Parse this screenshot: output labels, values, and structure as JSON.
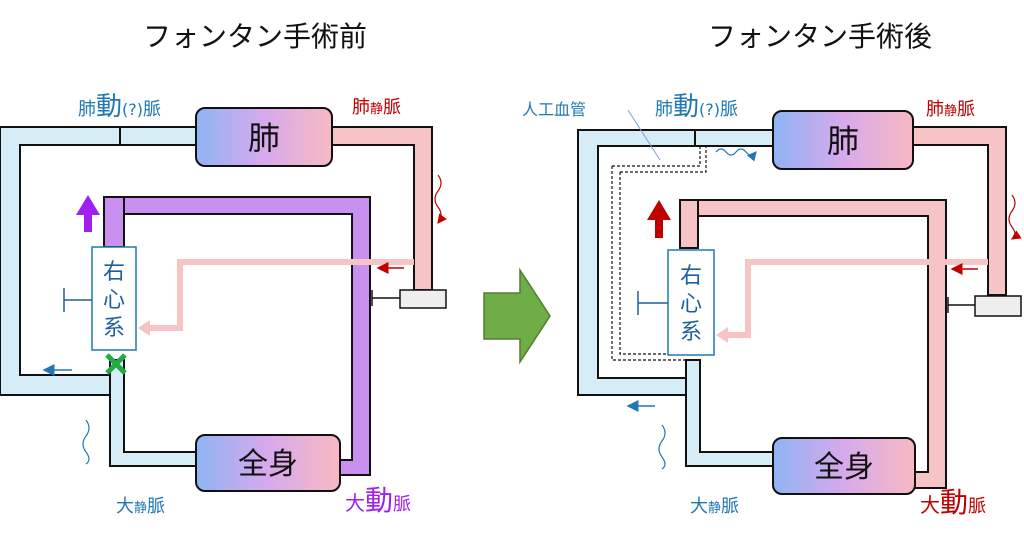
{
  "before": {
    "title": "フォンタン手術前",
    "lung": "肺",
    "body": "全身",
    "heart": [
      "右",
      "心",
      "系"
    ],
    "pulmonary_artery": {
      "a": "肺",
      "b": "動",
      "c": "(?)",
      "d": "脈"
    },
    "pulmonary_vein": {
      "a": "肺",
      "b": "静",
      "c": "脈"
    },
    "vena_cava": {
      "a": "大",
      "b": "静",
      "c": "脈"
    },
    "aorta": {
      "a": "大",
      "b": "動",
      "c": "脈"
    }
  },
  "after": {
    "title": "フォンタン手術後",
    "lung": "肺",
    "body": "全身",
    "heart": [
      "右",
      "心",
      "系"
    ],
    "conduit": "人工血管",
    "pulmonary_artery": {
      "a": "肺",
      "b": "動",
      "c": "(?)",
      "d": "脈"
    },
    "pulmonary_vein": {
      "a": "肺",
      "b": "静",
      "c": "脈"
    },
    "vena_cava": {
      "a": "大",
      "b": "静",
      "c": "脈"
    },
    "aorta": {
      "a": "大",
      "b": "動",
      "c": "脈"
    }
  },
  "colors": {
    "venous_blue": "#1f78b4",
    "venous_fill": "#d6ecf7",
    "arterial_red": "#c00000",
    "arterial_fill": "#f6c4c4",
    "mixed_purple": "#a020f0",
    "mixed_fill": "#c990f0",
    "block_green": "#22aa44",
    "transition_arrow": "#70ad47"
  }
}
